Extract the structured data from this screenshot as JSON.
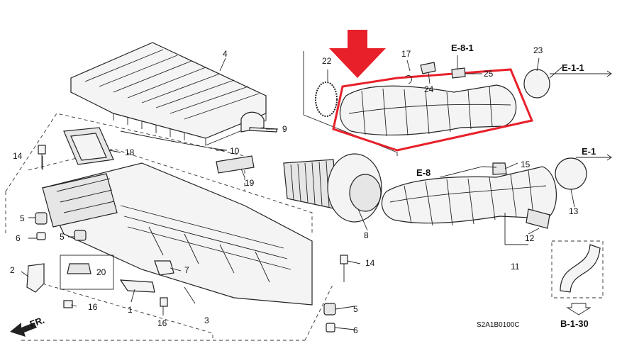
{
  "callouts": {
    "c1": "1",
    "c2": "2",
    "c3": "3",
    "c4": "4",
    "c5a": "5",
    "c5b": "5",
    "c5c": "5",
    "c6a": "6",
    "c6b": "6",
    "c7": "7",
    "c8": "8",
    "c9": "9",
    "c10": "10",
    "c11": "11",
    "c12": "12",
    "c13": "13",
    "c14a": "14",
    "c14b": "14",
    "c15": "15",
    "c16a": "16",
    "c16b": "16",
    "c17": "17",
    "c18": "18",
    "c19": "19",
    "c20": "20",
    "c22": "22",
    "c23": "23",
    "c24": "24",
    "c25": "25"
  },
  "refs": {
    "e81": "E-8-1",
    "e11": "E-1-1",
    "e1": "E-1",
    "e8": "E-8",
    "b130": "B-1-30"
  },
  "orientation": "FR.",
  "diagram_code": "S2A1B0100C",
  "colors": {
    "highlight": "#e8202a",
    "line": "#222222"
  }
}
